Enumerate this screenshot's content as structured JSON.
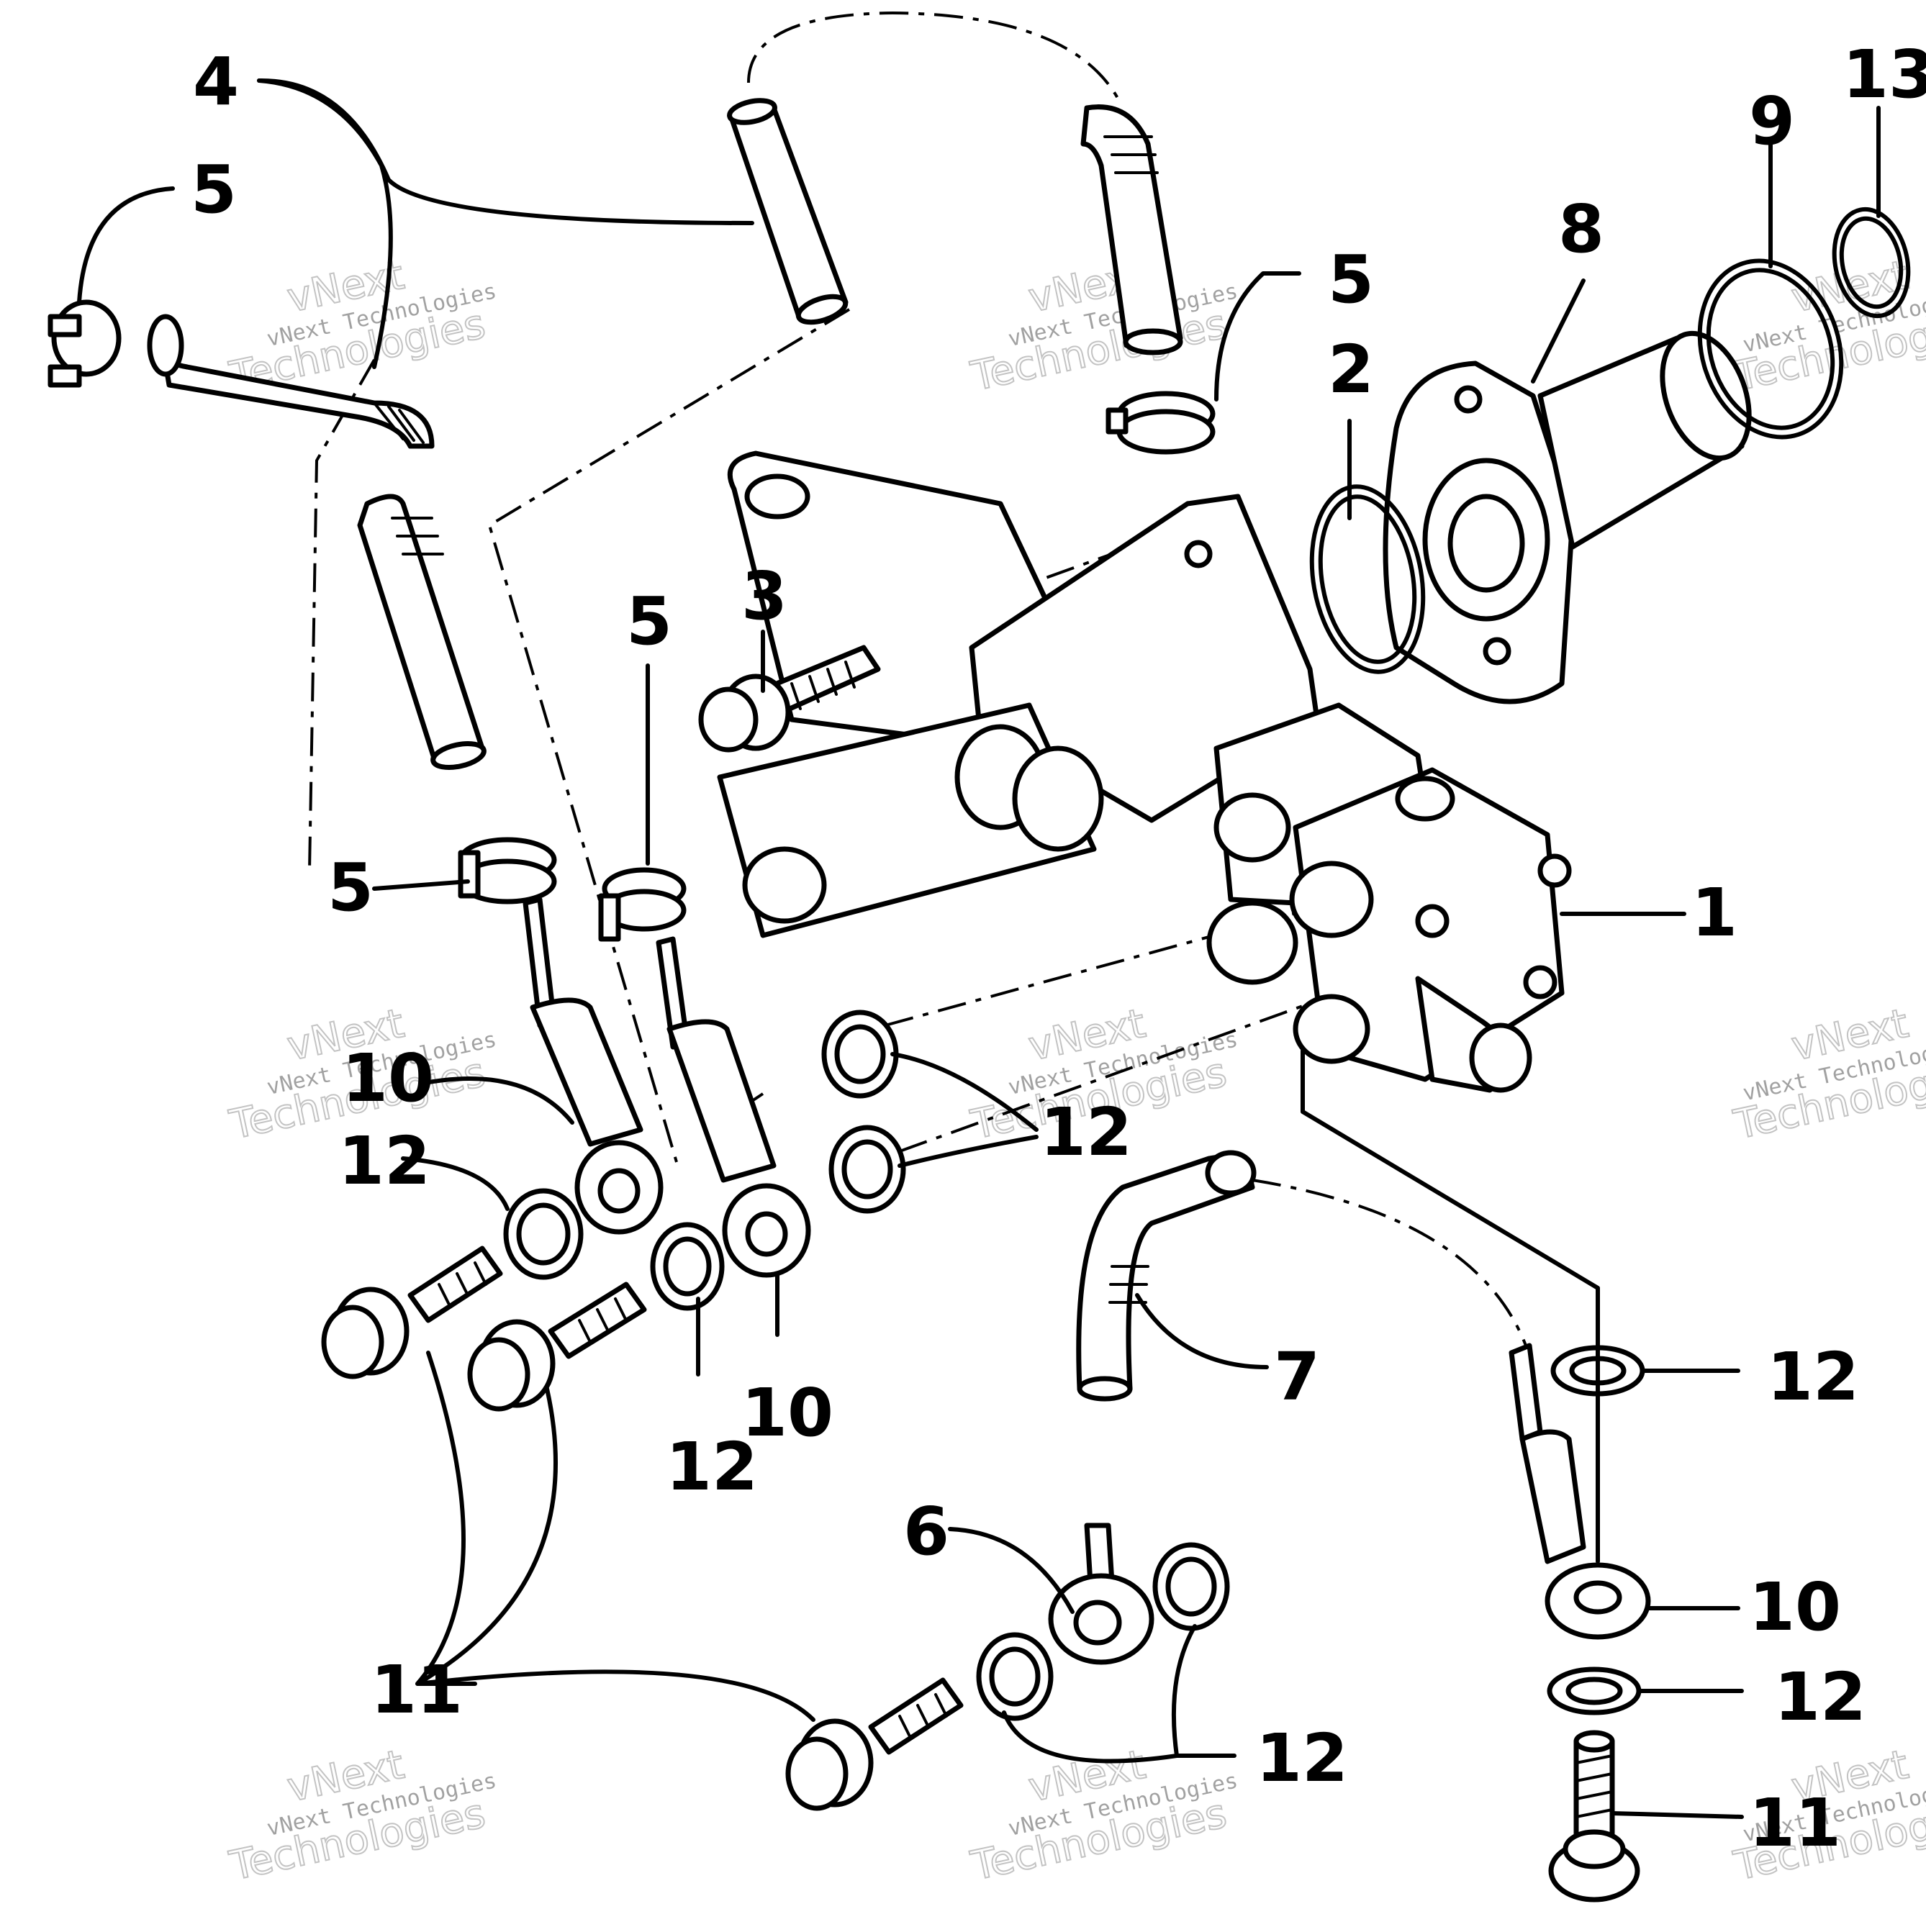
{
  "callouts": {
    "c1": "1",
    "c2": "2",
    "c3": "3",
    "c4": "4",
    "c5a": "5",
    "c5b": "5",
    "c5c": "5",
    "c5d": "5",
    "c6": "6",
    "c7": "7",
    "c8": "8",
    "c9": "9",
    "c10a": "10",
    "c10b": "10",
    "c10c": "10",
    "c11a": "11",
    "c11b": "11",
    "c12a": "12",
    "c12b": "12",
    "c12c": "12",
    "c12d": "12",
    "c12e": "12",
    "c12f": "12",
    "c13": "13"
  },
  "watermark": {
    "line1": "vNext Technologies",
    "line2a": "vNext",
    "line2b": "Technologies"
  }
}
